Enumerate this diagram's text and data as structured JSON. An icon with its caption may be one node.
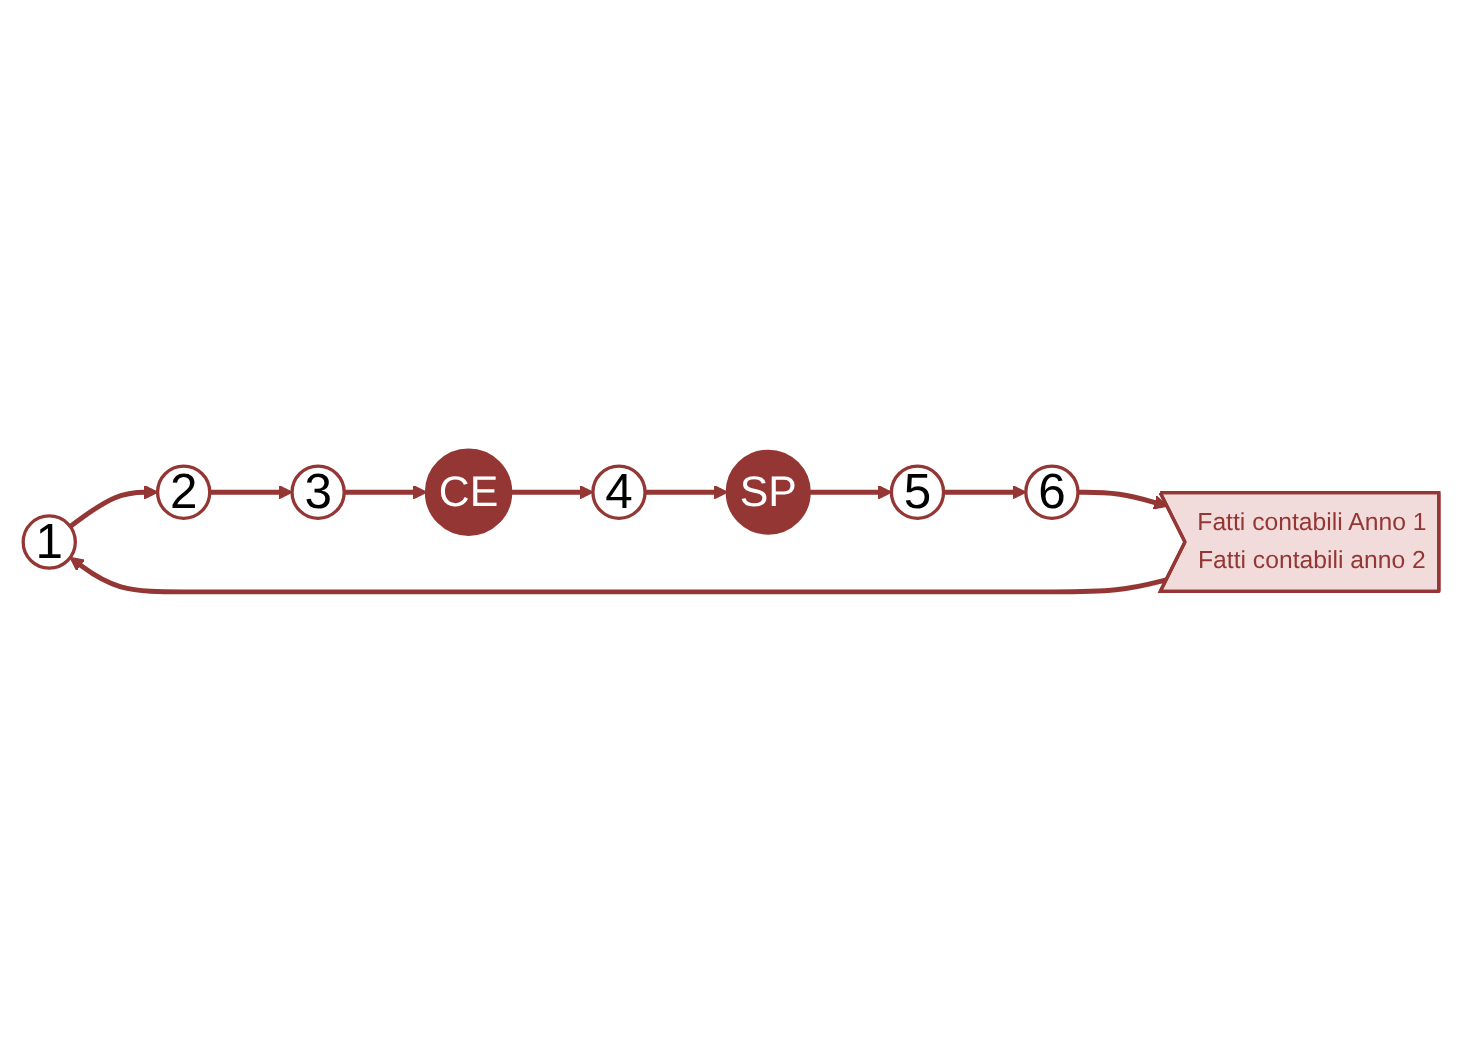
{
  "diagram": {
    "nodes": [
      {
        "text": [
          "1"
        ]
      },
      {
        "text": [
          "2"
        ]
      },
      {
        "text": [
          "3"
        ]
      },
      {
        "text": [
          "CE"
        ]
      },
      {
        "text": [
          "4"
        ]
      },
      {
        "text": [
          "SP"
        ]
      },
      {
        "text": [
          "5"
        ]
      },
      {
        "text": [
          "6"
        ]
      },
      {
        "text": [
          "Fatti contabili Anno 1",
          "Fatti contabili anno 2"
        ]
      }
    ],
    "edges": [
      {
        "from": 0,
        "to": 1,
        "arrow": "to"
      },
      {
        "from": 1,
        "to": 2,
        "arrow": "to"
      },
      {
        "from": 2,
        "to": 3,
        "arrow": "to"
      },
      {
        "from": 3,
        "to": 4,
        "arrow": "to"
      },
      {
        "from": 4,
        "to": 5,
        "arrow": "to"
      },
      {
        "from": 5,
        "to": 6,
        "arrow": "to"
      },
      {
        "from": 6,
        "to": 7,
        "arrow": "to"
      },
      {
        "from": 7,
        "to": 8,
        "arrow": "to"
      },
      {
        "from": 8,
        "to": 0,
        "arrow": "to"
      }
    ]
  }
}
